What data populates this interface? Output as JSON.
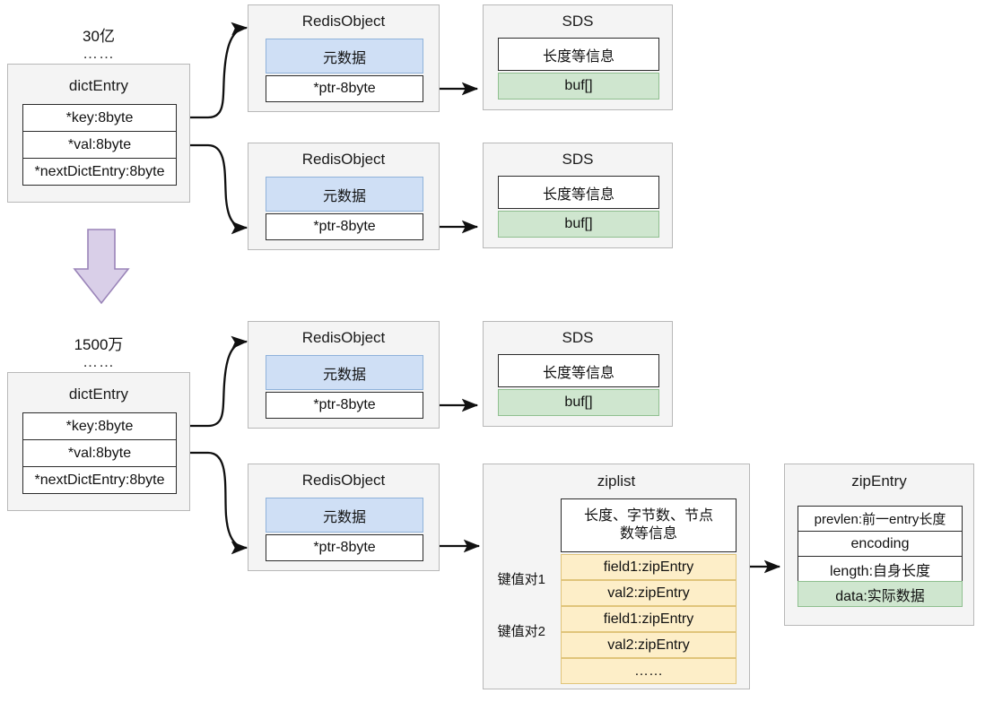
{
  "diagram": {
    "title": "Redis dictEntry / RedisObject / SDS / ziplist memory layout",
    "colors": {
      "card_bg": "#f4f4f4",
      "card_border": "#b8b8b8",
      "meta_blue": "#cfdff5",
      "buf_green": "#cfe6cf",
      "zip_yellow": "#fdeec8",
      "purple_arrow": "#d9cfe8",
      "purple_arrow_border": "#9a84b8",
      "line": "#1a1a1a"
    },
    "ellipsis": "……"
  },
  "top_section": {
    "count_label": "30亿",
    "ellipsis": "……",
    "dict_entry": {
      "title": "dictEntry",
      "rows": [
        "*key:8byte",
        "*val:8byte",
        "*nextDictEntry:8byte"
      ]
    },
    "redis_object_key": {
      "title": "RedisObject",
      "rows": [
        "元数据",
        "*ptr-8byte"
      ]
    },
    "sds_key": {
      "title": "SDS",
      "rows": [
        "长度等信息",
        "buf[]"
      ]
    },
    "redis_object_val": {
      "title": "RedisObject",
      "rows": [
        "元数据",
        "*ptr-8byte"
      ]
    },
    "sds_val": {
      "title": "SDS",
      "rows": [
        "长度等信息",
        "buf[]"
      ]
    }
  },
  "transition": {
    "arrow_name": "down-arrow"
  },
  "bottom_section": {
    "count_label": "1500万",
    "ellipsis": "……",
    "dict_entry": {
      "title": "dictEntry",
      "rows": [
        "*key:8byte",
        "*val:8byte",
        "*nextDictEntry:8byte"
      ]
    },
    "redis_object_key": {
      "title": "RedisObject",
      "rows": [
        "元数据",
        "*ptr-8byte"
      ]
    },
    "sds_key": {
      "title": "SDS",
      "rows": [
        "长度等信息",
        "buf[]"
      ]
    },
    "redis_object_val": {
      "title": "RedisObject",
      "rows": [
        "元数据",
        "*ptr-8byte"
      ]
    },
    "ziplist": {
      "title": "ziplist",
      "header": "长度、字节数、节点数等信息",
      "header_line1": "长度、字节数、节点",
      "header_line2": "数等信息",
      "entries": [
        "field1:zipEntry",
        "val2:zipEntry",
        "field1:zipEntry",
        "val2:zipEntry",
        "……"
      ],
      "brace_labels": [
        "键值对1",
        "键值对2"
      ]
    },
    "zip_entry": {
      "title": "zipEntry",
      "rows": [
        "prevlen:前一entry长度",
        "encoding",
        "length:自身长度",
        "data:实际数据"
      ]
    }
  }
}
